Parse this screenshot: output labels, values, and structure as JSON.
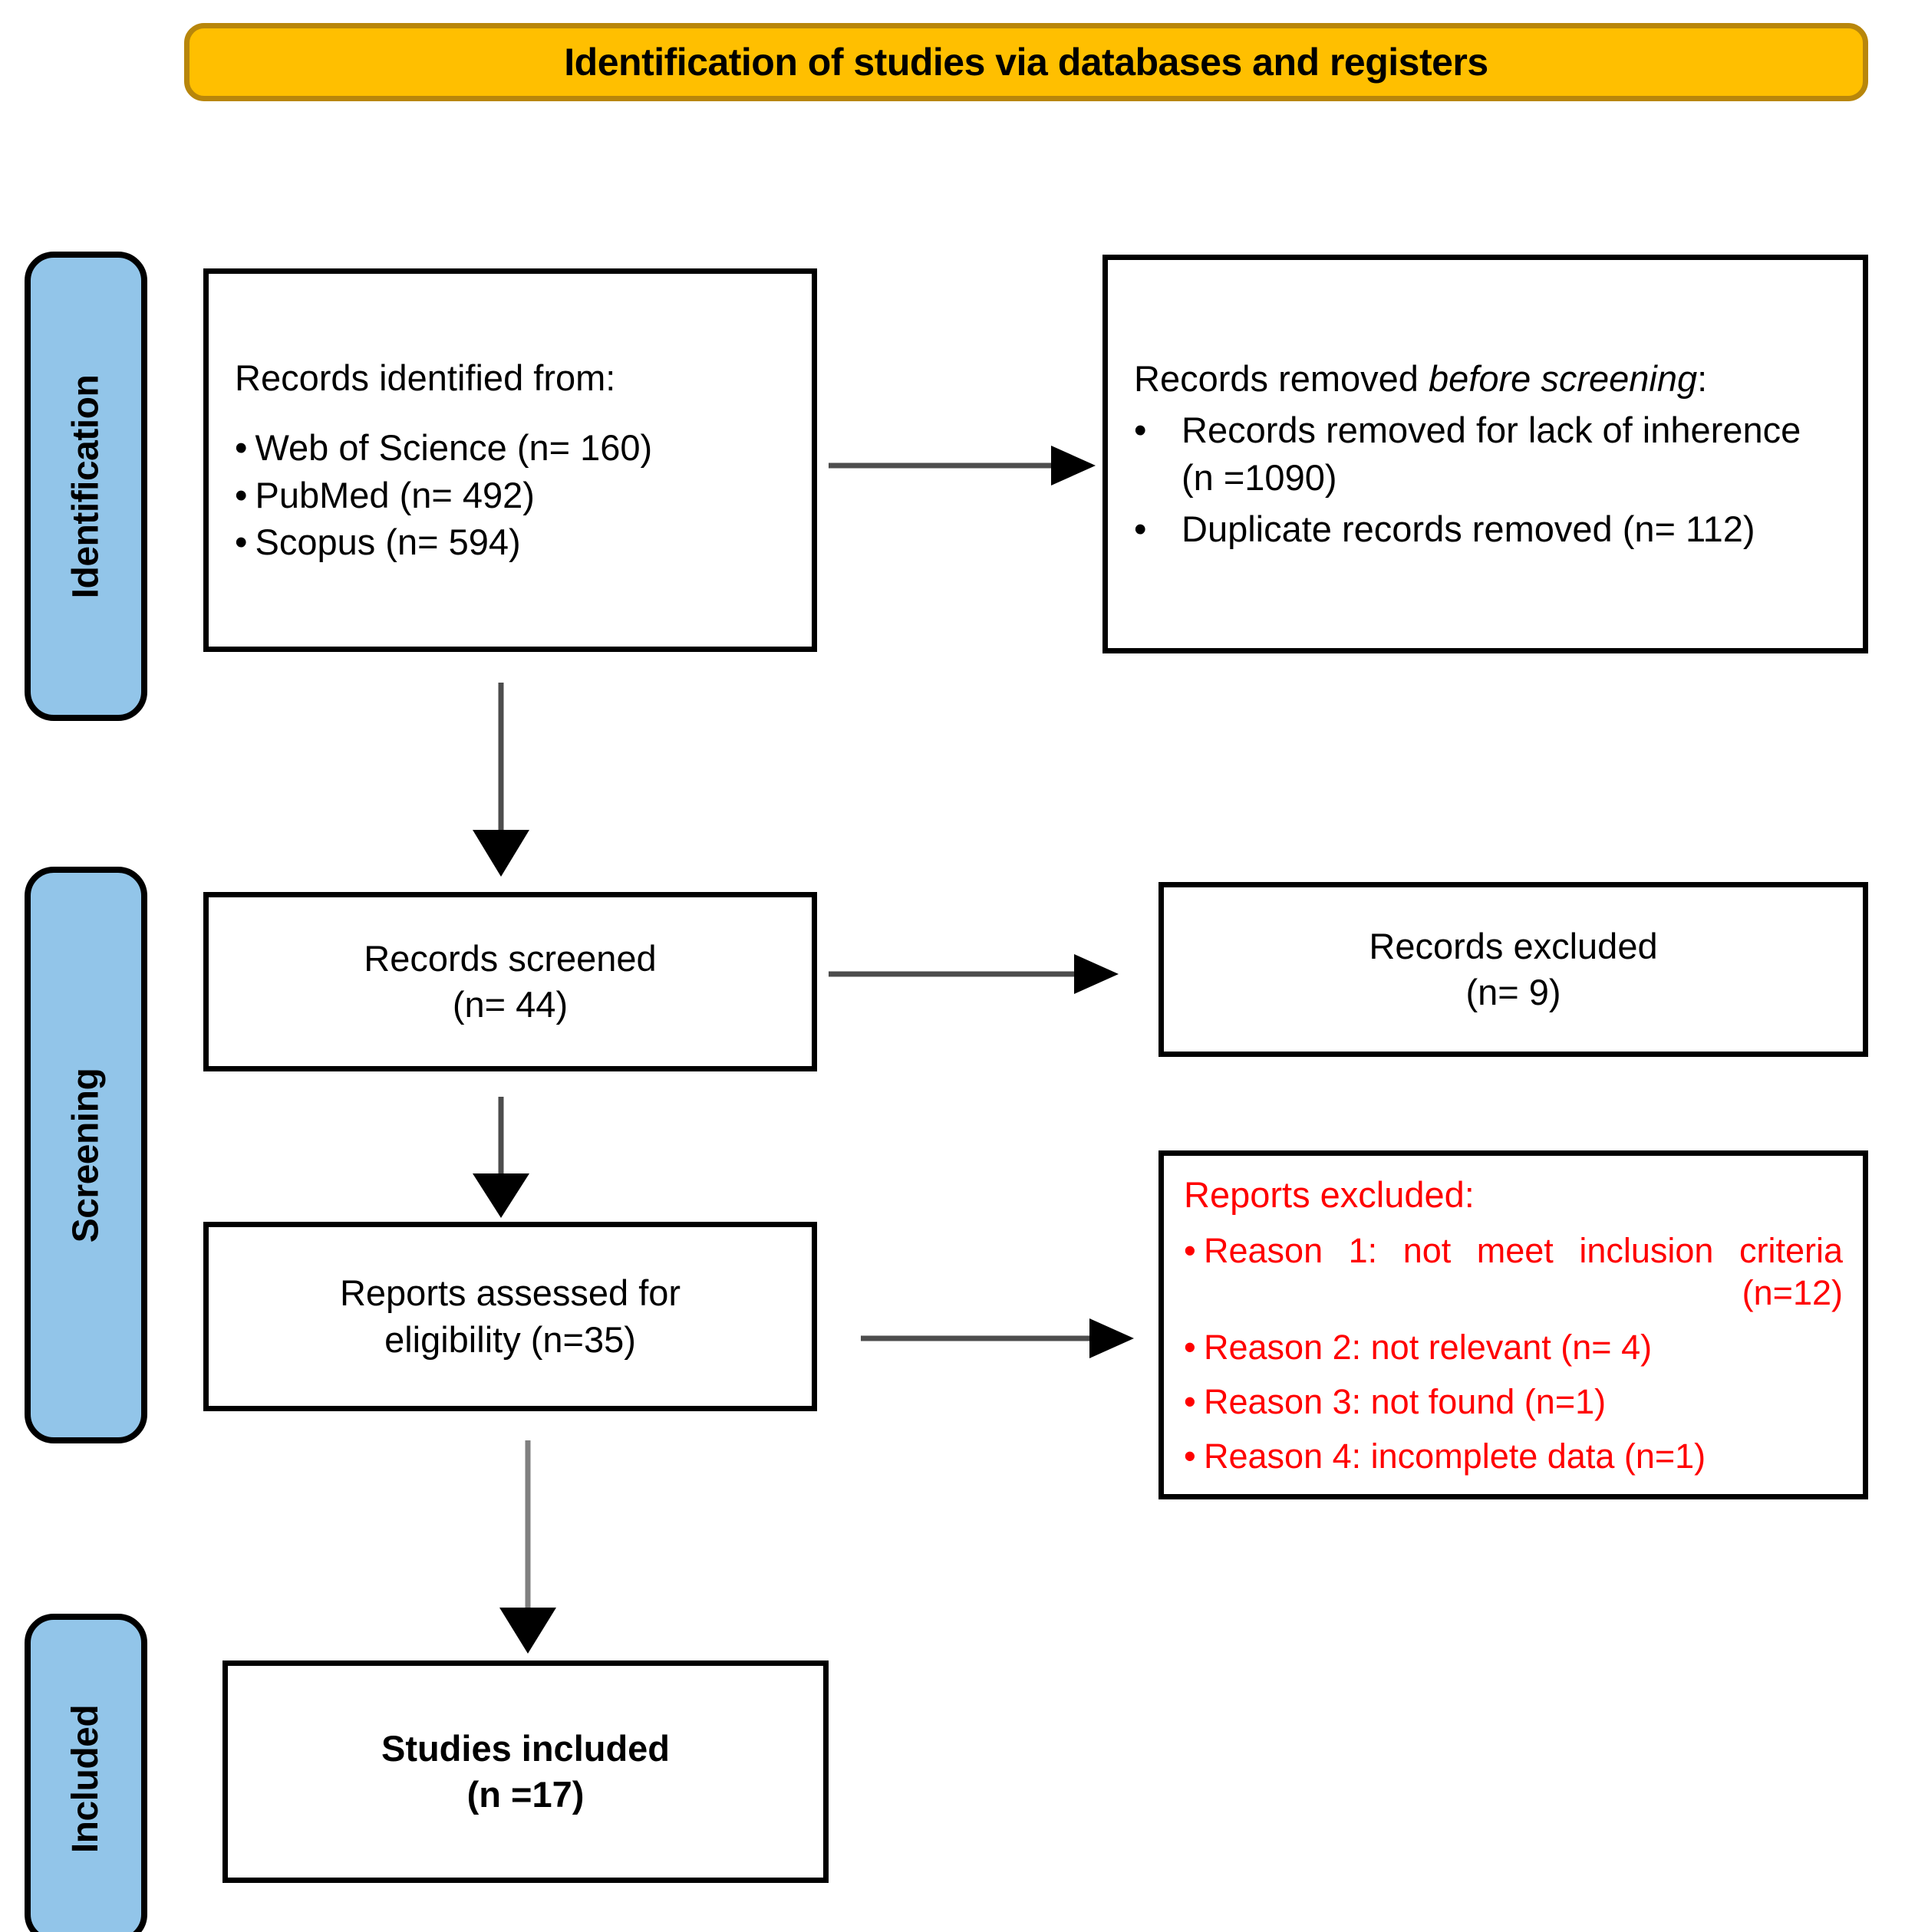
{
  "banner": {
    "title": "Identification of studies via databases and registers",
    "fill_color": "#FFBF00",
    "border_color": "#B8860B"
  },
  "rails": {
    "fill_color": "#92C5E9",
    "items": [
      {
        "label": "Identification"
      },
      {
        "label": "Screening"
      },
      {
        "label": "Included"
      }
    ]
  },
  "boxes": {
    "identified": {
      "heading": "Records identified from:",
      "sources": [
        {
          "bullet": "•",
          "text": "Web of Science (n= 160)"
        },
        {
          "bullet": "•",
          "text": "PubMed (n= 492)"
        },
        {
          "bullet": "•",
          "text": "Scopus (n= 594)"
        }
      ]
    },
    "removed_before_screening": {
      "heading_plain": "Records removed ",
      "heading_italic": "before screening",
      "heading_suffix": ":",
      "items": [
        {
          "bullet": "•",
          "text": "Records removed for lack of inherence (n =1090)"
        },
        {
          "bullet": "•",
          "text": "Duplicate records removed  (n= 112)"
        }
      ]
    },
    "records_screened": {
      "line1": "Records screened",
      "line2": "(n= 44)"
    },
    "records_excluded": {
      "line1": "Records excluded",
      "line2": "(n= 9)"
    },
    "reports_assessed": {
      "line1": "Reports assessed for",
      "line2": "eligibility (n=35)"
    },
    "reports_excluded": {
      "heading": "Reports excluded:",
      "text_color": "#FF0000",
      "reasons": [
        {
          "bullet": "•",
          "text": "Reason 1: not meet inclusion criteria (n=12)",
          "justified": true
        },
        {
          "bullet": "•",
          "text": "Reason 2: not relevant (n= 4)",
          "justified": false
        },
        {
          "bullet": "•",
          "text": "Reason 3: not found (n=1)",
          "justified": false
        },
        {
          "bullet": "•",
          "text": "Reason 4: incomplete data (n=1)",
          "justified": false
        }
      ]
    },
    "studies_included": {
      "line1": "Studies included",
      "line2": "(n =17)"
    }
  },
  "arrows": {
    "identified_to_removed": "arrow-right",
    "identified_to_screened": "arrow-down",
    "screened_to_excluded": "arrow-right",
    "screened_to_assessed": "arrow-down",
    "assessed_to_reports_excluded": "arrow-right",
    "assessed_to_included": "arrow-down"
  }
}
